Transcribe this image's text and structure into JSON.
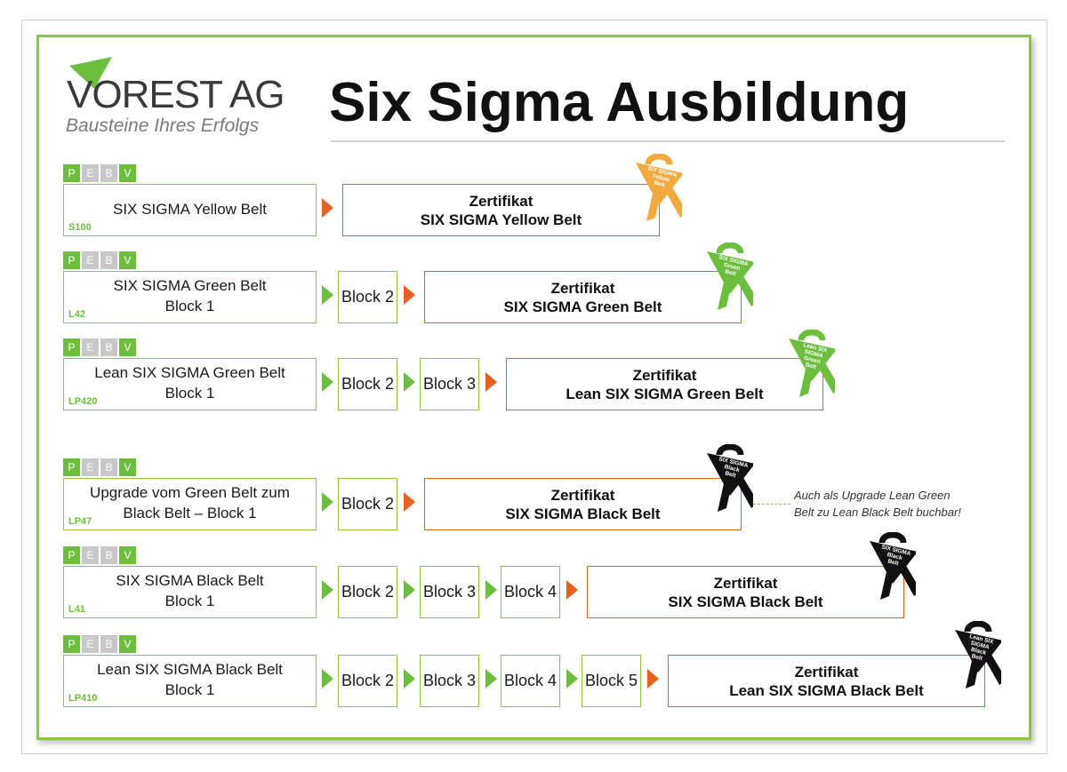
{
  "header": {
    "logo_name": "VOREST AG",
    "logo_tagline": "Bausteine Ihres Erfolgs",
    "title": "Six Sigma Ausbildung"
  },
  "pebv_labels": [
    "P",
    "E",
    "B",
    "V"
  ],
  "rows": [
    {
      "course_lines": [
        "SIX SIGMA Yellow Belt",
        ""
      ],
      "code": "S100",
      "blocks": [],
      "cert_title": "Zertifikat",
      "cert_name": "SIX SIGMA Yellow Belt",
      "ribbon_text": [
        "SIX SIGMA",
        "Yellow",
        "Belt"
      ],
      "ribbon_color": "#f4a93c"
    },
    {
      "course_lines": [
        "SIX SIGMA Green Belt",
        "Block 1"
      ],
      "code": "L42",
      "blocks": [
        "Block 2"
      ],
      "cert_title": "Zertifikat",
      "cert_name": "SIX SIGMA Green Belt",
      "ribbon_text": [
        "SIX SIGMA",
        "Green",
        "Belt"
      ],
      "ribbon_color": "#6bbf3c"
    },
    {
      "course_lines": [
        "Lean SIX SIGMA Green Belt",
        "Block 1"
      ],
      "code": "LP420",
      "blocks": [
        "Block 2",
        "Block 3"
      ],
      "cert_title": "Zertifikat",
      "cert_name": "Lean SIX SIGMA Green Belt",
      "ribbon_text": [
        "Lean SIX",
        "SIGMA",
        "Green",
        "Belt"
      ],
      "ribbon_color": "#6bbf3c"
    },
    {
      "course_lines": [
        "Upgrade vom Green Belt zum",
        "Black Belt – Block 1"
      ],
      "code": "LP47",
      "blocks": [
        "Block 2"
      ],
      "cert_title": "Zertifikat",
      "cert_name": "SIX SIGMA Black Belt",
      "ribbon_text": [
        "SIX SIGMA",
        "Black",
        "Belt"
      ],
      "ribbon_color": "#111111"
    },
    {
      "course_lines": [
        "SIX SIGMA Black Belt",
        "Block 1"
      ],
      "code": "L41",
      "blocks": [
        "Block 2",
        "Block 3",
        "Block 4"
      ],
      "cert_title": "Zertifikat",
      "cert_name": "SIX SIGMA Black Belt",
      "ribbon_text": [
        "SIX SIGMA",
        "Black",
        "Belt"
      ],
      "ribbon_color": "#111111"
    },
    {
      "course_lines": [
        "Lean SIX SIGMA Black Belt",
        "Block 1"
      ],
      "code": "LP410",
      "blocks": [
        "Block 2",
        "Block 3",
        "Block 4",
        "Block 5"
      ],
      "cert_title": "Zertifikat",
      "cert_name": "Lean SIX SIGMA Black Belt",
      "ribbon_text": [
        "Lean SIX",
        "SIGMA",
        "Black",
        "Belt"
      ],
      "ribbon_color": "#111111"
    }
  ],
  "note": {
    "line1": "Auch als Upgrade Lean Green",
    "line2": "Belt zu Lean Black Belt buchbar!"
  },
  "colors": {
    "green": "#6bbf3c",
    "orange": "#e8601c",
    "grey": "#c8c8c8"
  }
}
